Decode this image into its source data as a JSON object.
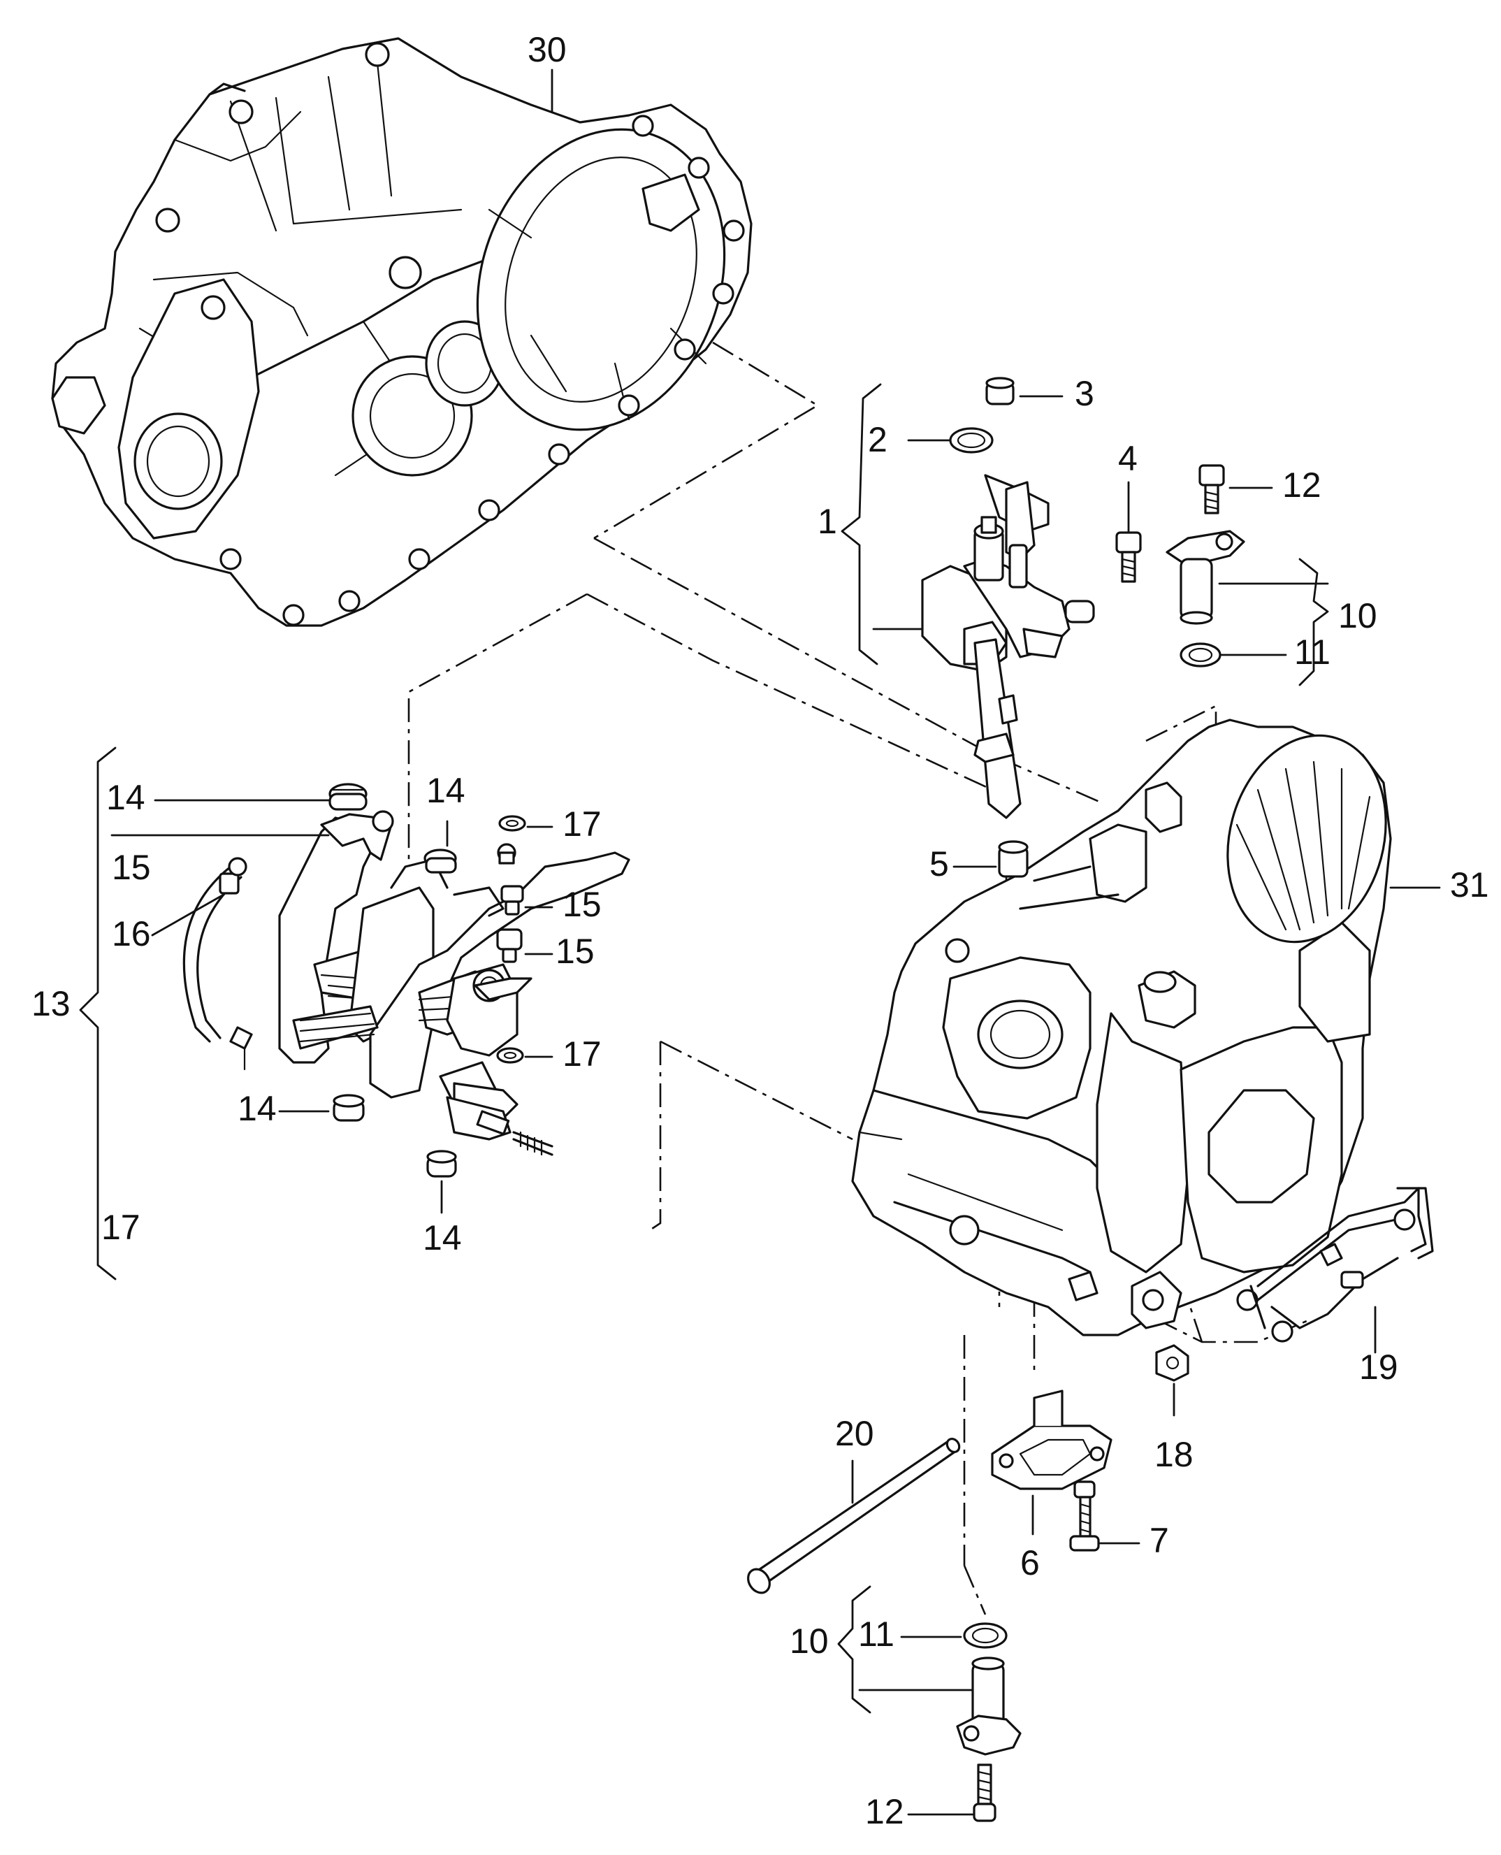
{
  "callouts": [
    {
      "id": "30a",
      "text": "30"
    },
    {
      "id": "3",
      "text": "3"
    },
    {
      "id": "2",
      "text": "2"
    },
    {
      "id": "4",
      "text": "4"
    },
    {
      "id": "12a",
      "text": "12"
    },
    {
      "id": "1",
      "text": "1"
    },
    {
      "id": "10a",
      "text": "10"
    },
    {
      "id": "11a",
      "text": "11"
    },
    {
      "id": "14a",
      "text": "14"
    },
    {
      "id": "14b",
      "text": "14"
    },
    {
      "id": "17a",
      "text": "17"
    },
    {
      "id": "15a",
      "text": "15"
    },
    {
      "id": "15b",
      "text": "15"
    },
    {
      "id": "15c",
      "text": "15"
    },
    {
      "id": "16",
      "text": "16"
    },
    {
      "id": "13",
      "text": "13"
    },
    {
      "id": "17b",
      "text": "17"
    },
    {
      "id": "14c",
      "text": "14"
    },
    {
      "id": "14d",
      "text": "14"
    },
    {
      "id": "17c",
      "text": "17"
    },
    {
      "id": "5",
      "text": "5"
    },
    {
      "id": "31",
      "text": "31"
    },
    {
      "id": "19",
      "text": "19"
    },
    {
      "id": "18",
      "text": "18"
    },
    {
      "id": "20",
      "text": "20"
    },
    {
      "id": "6",
      "text": "6"
    },
    {
      "id": "7",
      "text": "7"
    },
    {
      "id": "10b",
      "text": "10"
    },
    {
      "id": "11b",
      "text": "11"
    },
    {
      "id": "12b",
      "text": "12"
    }
  ]
}
